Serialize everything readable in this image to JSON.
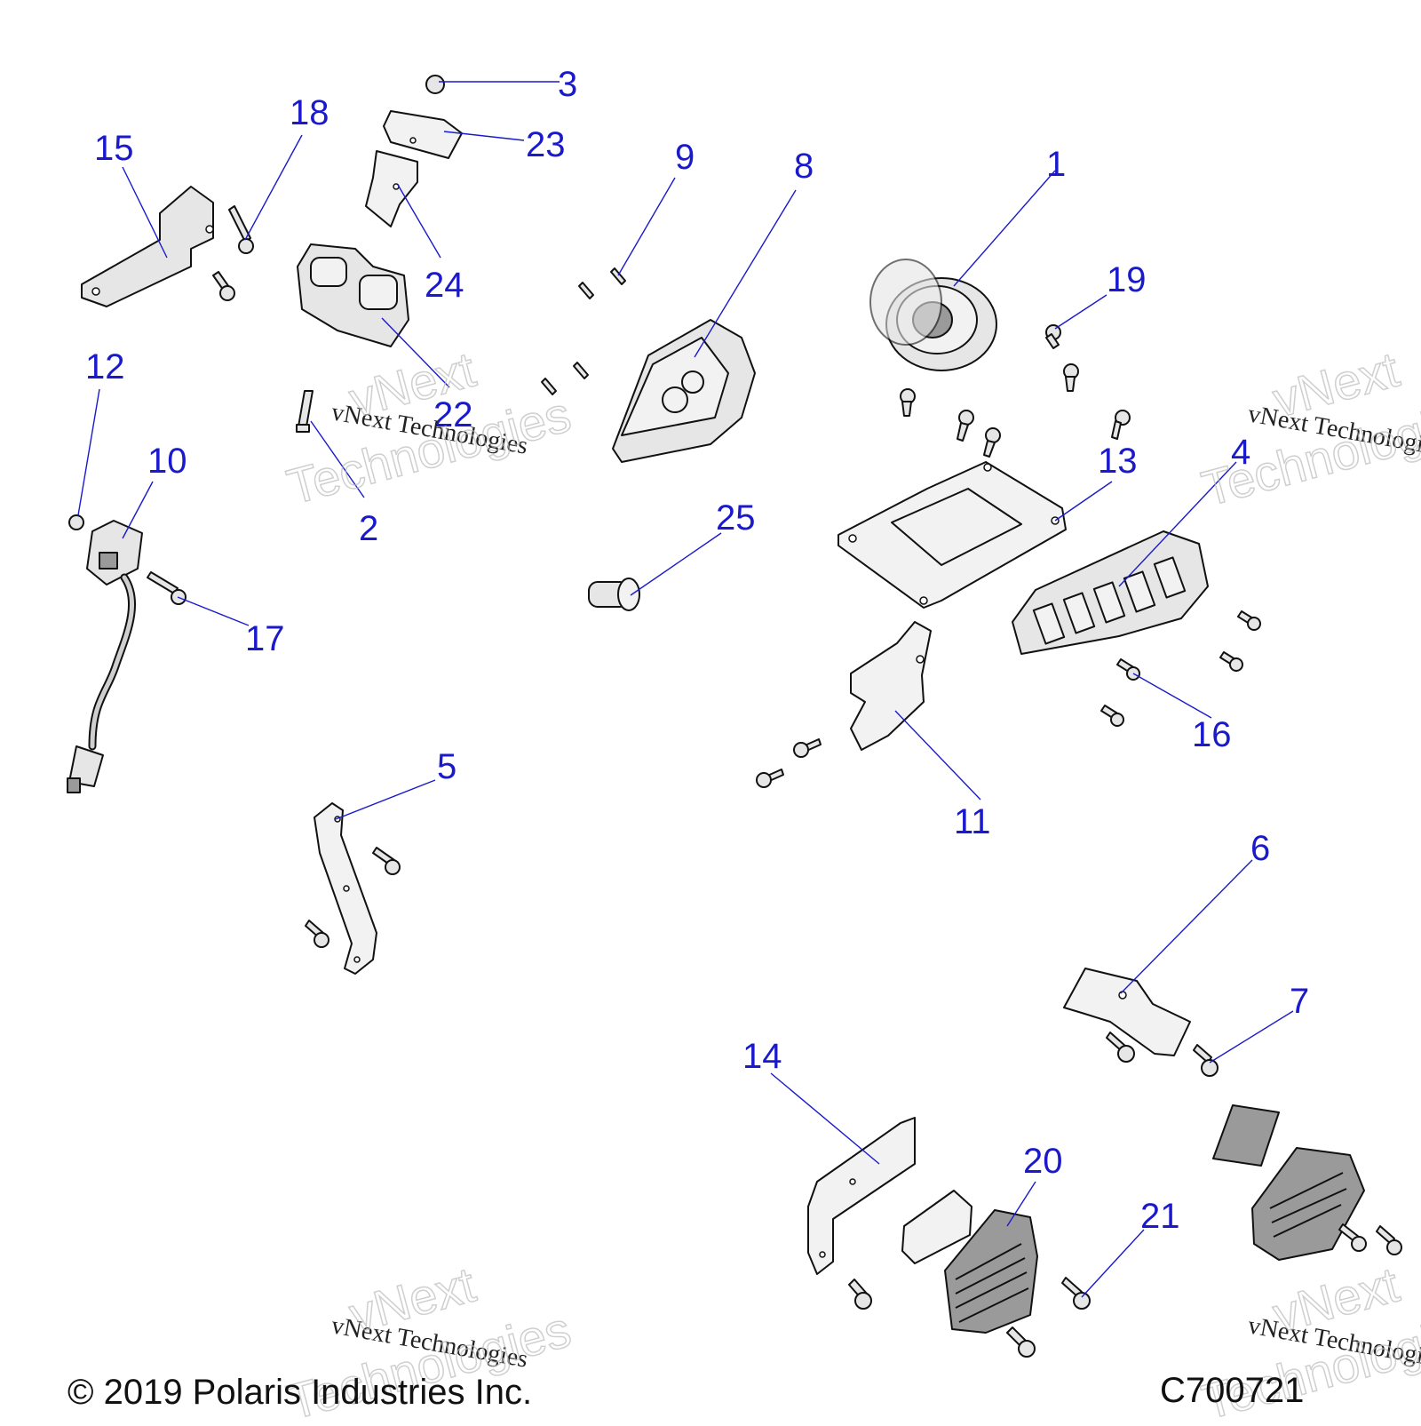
{
  "diagram": {
    "callouts": [
      "1",
      "2",
      "3",
      "4",
      "5",
      "6",
      "7",
      "8",
      "9",
      "10",
      "11",
      "12",
      "13",
      "14",
      "15",
      "16",
      "17",
      "18",
      "19",
      "20",
      "21",
      "22",
      "23",
      "24",
      "25"
    ]
  },
  "footer": {
    "copyright": "© 2019 Polaris Industries Inc.",
    "drawing_number": "C700721"
  },
  "watermark": {
    "small_text": "vNext Technologies",
    "big_line1": "vNext",
    "big_line2": "Technologies"
  },
  "colors": {
    "callout": "#1a1acc",
    "line": "#111111"
  }
}
